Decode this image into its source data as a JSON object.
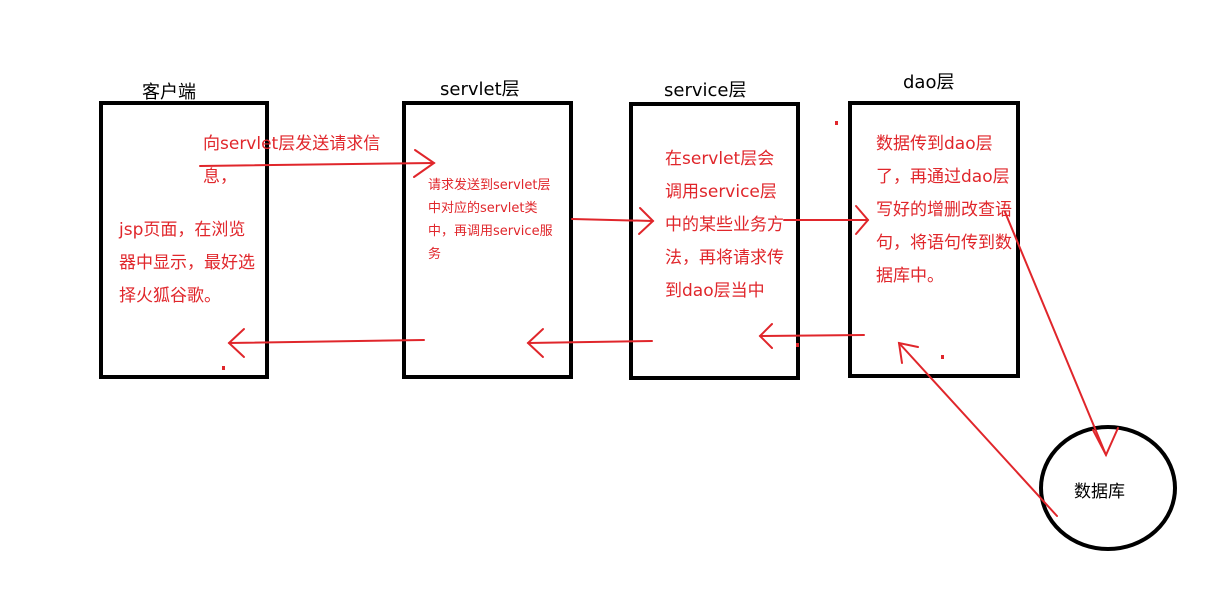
{
  "layers": {
    "client": "客户端",
    "servlet": "servlet层",
    "service": "service层",
    "dao": "dao层"
  },
  "notes": {
    "client_request": "向servlet层发送请求信息，",
    "client_display": "jsp页面，在浏览器中显示，最好选择火狐谷歌。",
    "servlet_note": "请求发送到servlet层中对应的servlet类中，再调用service服务",
    "service_note": "在servlet层会调用service层中的某些业务方法，再将请求传到dao层当中",
    "dao_note": "数据传到dao层了，再通过dao层写好的增删改查语句，将语句传到数据库中。"
  },
  "database": "数据库",
  "colors": {
    "arrow": "#e0262b",
    "box": "#000000"
  }
}
